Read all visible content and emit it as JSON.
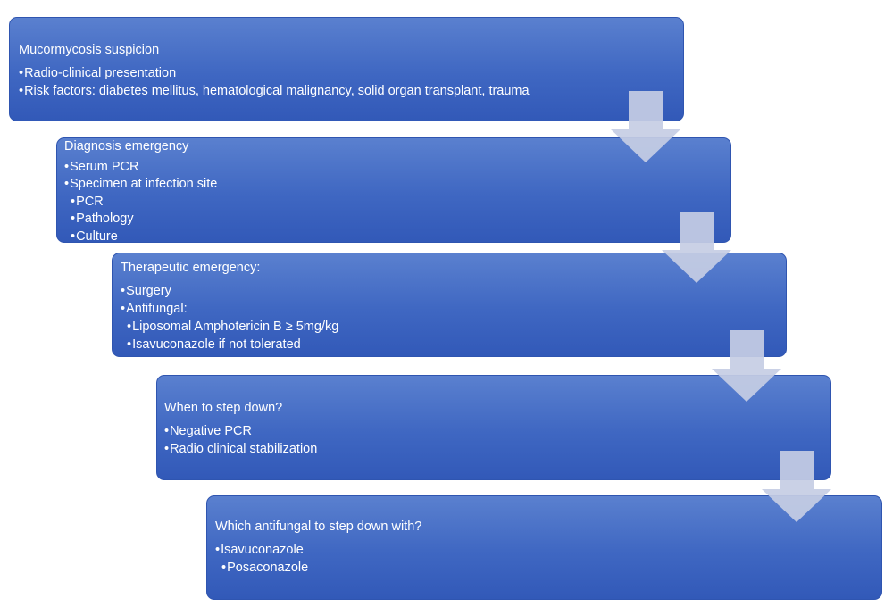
{
  "steps": [
    {
      "title": "Mucormycosis suspicion",
      "items": [
        "Radio-clinical presentation",
        "Risk factors: diabetes mellitus, hematological malignancy, solid organ transplant, trauma"
      ]
    },
    {
      "title": "Diagnosis emergency",
      "items": [
        "Serum PCR",
        "Specimen at infection site"
      ],
      "subitems": [
        "PCR",
        "Pathology",
        "Culture"
      ]
    },
    {
      "title": "Therapeutic emergency:",
      "items": [
        "Surgery",
        "Antifungal:"
      ],
      "subitems": [
        "Liposomal Amphotericin B  ≥ 5mg/kg",
        "Isavuconazole if  not tolerated"
      ]
    },
    {
      "title": "When to step down?",
      "items": [
        "Negative PCR",
        "Radio clinical stabilization"
      ]
    },
    {
      "title": "Which antifungal to step down with?",
      "items": [
        "Isavuconazole"
      ],
      "subitems": [
        "Posaconazole"
      ]
    }
  ],
  "bullet": "•",
  "colors": {
    "box_fill": "#4169c4",
    "box_border": "#2f55b0",
    "text": "#ffffff",
    "arrow_fill": "#c5cde4"
  },
  "icons": {
    "connector": "down-arrow-icon"
  }
}
